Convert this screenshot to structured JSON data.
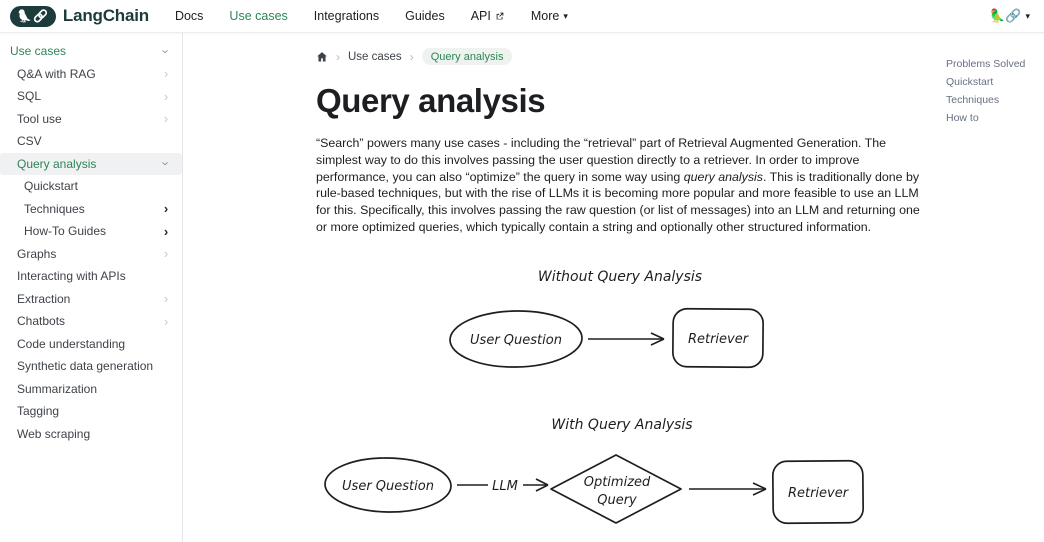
{
  "colors": {
    "accent_green": "#2e8555",
    "brand_dark": "#1c3c3c",
    "sidebar_active_bg": "#f0f1f2",
    "text_dark": "#1c1e21",
    "toc_gray": "#667085",
    "sketch_stroke": "#1e1e1e"
  },
  "navbar": {
    "brand": "LangChain",
    "logo_parrot": "🦜",
    "logo_link": "🔗",
    "items": [
      {
        "label": "Docs"
      },
      {
        "label": "Use cases"
      },
      {
        "label": "Integrations"
      },
      {
        "label": "Guides"
      },
      {
        "label": "API"
      },
      {
        "label": "More"
      }
    ],
    "more_caret": "▾",
    "right_widget": {
      "parrot": "🦜",
      "link": "🔗",
      "caret": "▾"
    }
  },
  "sidebar": {
    "items": [
      {
        "label": "Use cases"
      },
      {
        "label": "Q&A with RAG"
      },
      {
        "label": "SQL"
      },
      {
        "label": "Tool use"
      },
      {
        "label": "CSV"
      },
      {
        "label": "Query analysis"
      },
      {
        "label": "Quickstart"
      },
      {
        "label": "Techniques"
      },
      {
        "label": "How-To Guides"
      },
      {
        "label": "Graphs"
      },
      {
        "label": "Interacting with APIs"
      },
      {
        "label": "Extraction"
      },
      {
        "label": "Chatbots"
      },
      {
        "label": "Code understanding"
      },
      {
        "label": "Synthetic data generation"
      },
      {
        "label": "Summarization"
      },
      {
        "label": "Tagging"
      },
      {
        "label": "Web scraping"
      }
    ],
    "chevron_right": "›",
    "chevron_down": "›"
  },
  "breadcrumb": {
    "sep": "›",
    "parent": "Use cases",
    "current": "Query analysis"
  },
  "article": {
    "title": "Query analysis",
    "paragraph": {
      "before": "“Search” powers many use cases - including the “retrieval” part of Retrieval Augmented Generation. The simplest way to do this involves passing the user question directly to a retriever. In order to improve performance, you can also “optimize” the query in some way using ",
      "italic": "query analysis",
      "after": ". This is traditionally done by rule-based techniques, but with the rise of LLMs it is becoming more popular and more feasible to use an LLM for this. Specifically, this involves passing the raw question (or list of messages) into an LLM and returning one or more optimized queries, which typically contain a string and optionally other structured information."
    }
  },
  "diagram_without": {
    "title": "Without Query Analysis",
    "ellipse_label": "User Question",
    "rect_label": "Retriever"
  },
  "diagram_with": {
    "title": "With Query Analysis",
    "ellipse_label": "User Question",
    "edge_label": "LLM",
    "diamond_line1": "Optimized",
    "diamond_line2": "Query",
    "rect_label": "Retriever"
  },
  "toc": {
    "items": [
      {
        "label": "Problems Solved"
      },
      {
        "label": "Quickstart"
      },
      {
        "label": "Techniques"
      },
      {
        "label": "How to"
      }
    ]
  }
}
